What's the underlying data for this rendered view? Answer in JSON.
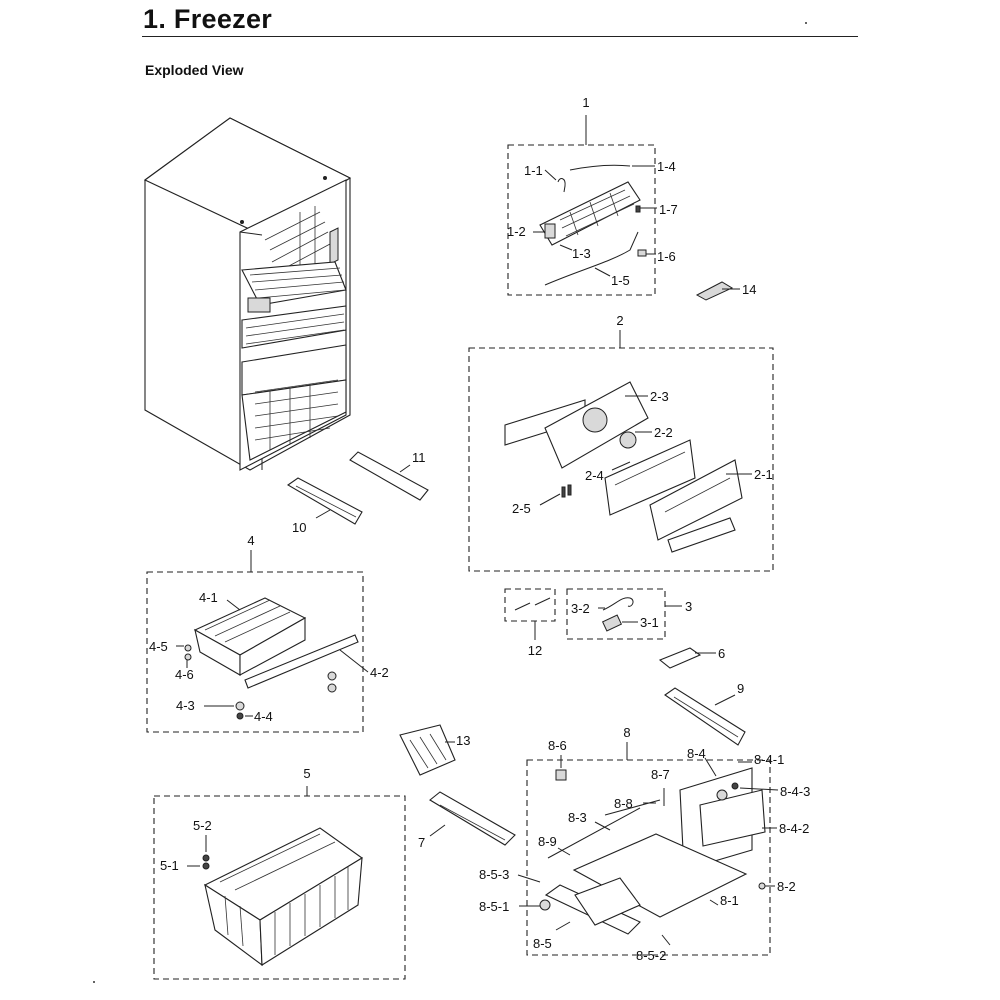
{
  "header": {
    "title": "1.  Freezer",
    "subtitle": "Exploded View"
  },
  "labels": {
    "p1": "1",
    "p1_1": "1-1",
    "p1_2": "1-2",
    "p1_3": "1-3",
    "p1_4": "1-4",
    "p1_5": "1-5",
    "p1_6": "1-6",
    "p1_7": "1-7",
    "p14": "14",
    "p2": "2",
    "p2_1": "2-1",
    "p2_2": "2-2",
    "p2_3": "2-3",
    "p2_4": "2-4",
    "p2_5": "2-5",
    "p3": "3",
    "p3_1": "3-1",
    "p3_2": "3-2",
    "p4": "4",
    "p4_1": "4-1",
    "p4_2": "4-2",
    "p4_3": "4-3",
    "p4_4": "4-4",
    "p4_5": "4-5",
    "p4_6": "4-6",
    "p5": "5",
    "p5_1": "5-1",
    "p5_2": "5-2",
    "p6": "6",
    "p7": "7",
    "p8": "8",
    "p8_1": "8-1",
    "p8_2": "8-2",
    "p8_3": "8-3",
    "p8_4": "8-4",
    "p8_4_1": "8-4-1",
    "p8_4_2": "8-4-2",
    "p8_4_3": "8-4-3",
    "p8_5": "8-5",
    "p8_5_1": "8-5-1",
    "p8_5_2": "8-5-2",
    "p8_5_3": "8-5-3",
    "p8_6": "8-6",
    "p8_7": "8-7",
    "p8_8": "8-8",
    "p8_9": "8-9",
    "p9": "9",
    "p10": "10",
    "p11": "11",
    "p12": "12",
    "p13": "13"
  }
}
